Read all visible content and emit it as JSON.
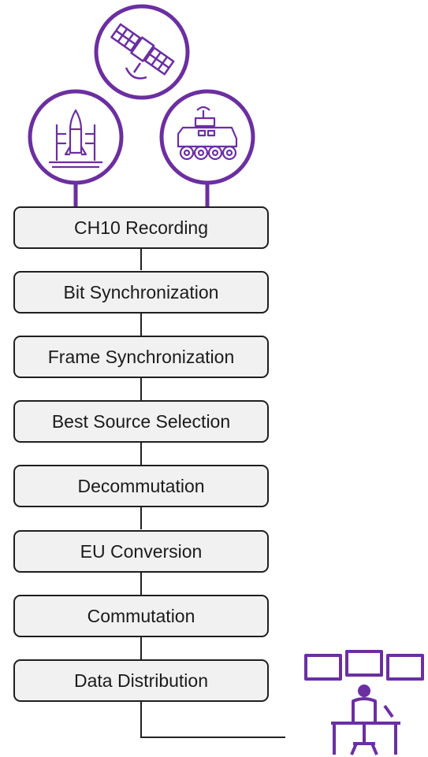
{
  "pipeline": {
    "steps": [
      {
        "label": "CH10 Recording"
      },
      {
        "label": "Bit Synchronization"
      },
      {
        "label": "Frame Synchronization"
      },
      {
        "label": "Best Source Selection"
      },
      {
        "label": "Decommutation"
      },
      {
        "label": "EU Conversion"
      },
      {
        "label": "Commutation"
      },
      {
        "label": "Data Distribution"
      }
    ]
  },
  "sources": [
    {
      "icon": "satellite-icon"
    },
    {
      "icon": "rocket-launchpad-icon"
    },
    {
      "icon": "rover-vehicle-icon"
    }
  ],
  "destination": {
    "icon": "operator-workstation-icon"
  },
  "colors": {
    "accent": "#6b2fa0",
    "box_fill": "#f1f1f1",
    "box_border": "#1f1f1f",
    "text": "#1b1b1b"
  }
}
